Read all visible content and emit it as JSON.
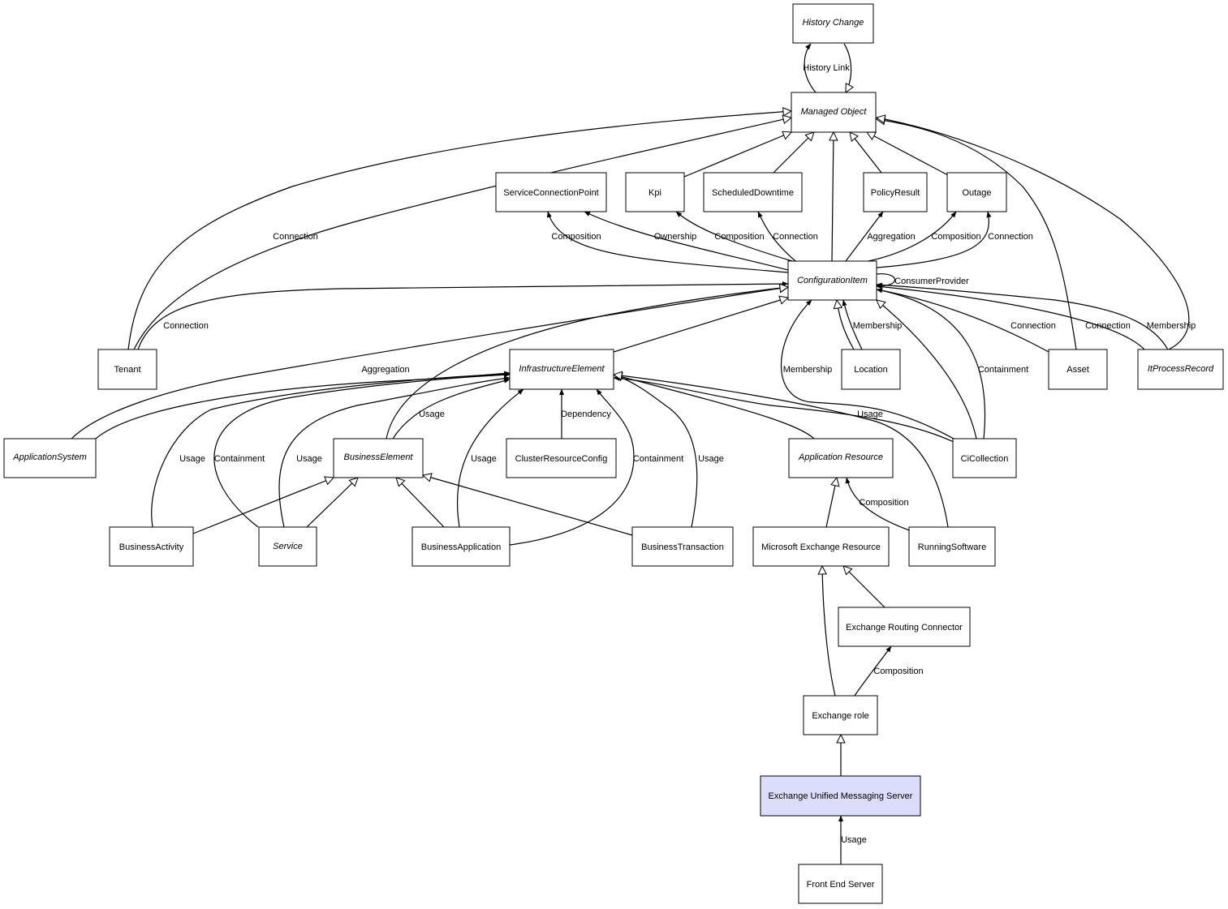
{
  "diagram": {
    "colors": {
      "node_fill": "#ffffff",
      "highlight_fill": "#dcdcfc",
      "stroke": "#000000"
    },
    "nodes": {
      "history_change": {
        "label": "History Change",
        "italic": true
      },
      "managed_object": {
        "label": "Managed Object",
        "italic": true
      },
      "service_connection_point": {
        "label": "ServiceConnectionPoint"
      },
      "kpi": {
        "label": "Kpi"
      },
      "scheduled_downtime": {
        "label": "ScheduledDowntime"
      },
      "policy_result": {
        "label": "PolicyResult"
      },
      "outage": {
        "label": "Outage"
      },
      "configuration_item": {
        "label": "ConfigurationItem",
        "italic": true
      },
      "tenant": {
        "label": "Tenant"
      },
      "infrastructure_element": {
        "label": "InfrastructureElement",
        "italic": true
      },
      "location": {
        "label": "Location"
      },
      "asset": {
        "label": "Asset"
      },
      "it_process_record": {
        "label": "ItProcessRecord",
        "italic": true
      },
      "application_system": {
        "label": "ApplicationSystem",
        "italic": true
      },
      "business_element": {
        "label": "BusinessElement",
        "italic": true
      },
      "cluster_resource_config": {
        "label": "ClusterResourceConfig"
      },
      "application_resource": {
        "label": "Application Resource",
        "italic": true
      },
      "ci_collection": {
        "label": "CiCollection"
      },
      "business_activity": {
        "label": "BusinessActivity"
      },
      "service": {
        "label": "Service",
        "italic": true
      },
      "business_application": {
        "label": "BusinessApplication"
      },
      "business_transaction": {
        "label": "BusinessTransaction"
      },
      "microsoft_exchange_resource": {
        "label": "Microsoft Exchange Resource"
      },
      "running_software": {
        "label": "RunningSoftware"
      },
      "exchange_routing_connector": {
        "label": "Exchange Routing Connector"
      },
      "exchange_role": {
        "label": "Exchange role"
      },
      "exchange_unified_messaging_server": {
        "label": "Exchange Unified Messaging Server",
        "highlight": true
      },
      "front_end_server": {
        "label": "Front End Server"
      }
    },
    "edges": [
      {
        "name": "history-link",
        "label": "History Link",
        "arrow": "filled"
      },
      {
        "name": "history-inherit",
        "label": "",
        "arrow": "hollow"
      },
      {
        "name": "tenant-managed-object-inherit",
        "label": "",
        "arrow": "hollow"
      },
      {
        "name": "tenant-managed-object-connection",
        "label": "Connection",
        "arrow": "hollow"
      },
      {
        "name": "kpi-inherit",
        "label": "",
        "arrow": "hollow"
      },
      {
        "name": "scheduled-downtime-inherit",
        "label": "",
        "arrow": "hollow"
      },
      {
        "name": "ci-inherit",
        "label": "",
        "arrow": "hollow"
      },
      {
        "name": "policy-result-inherit",
        "label": "",
        "arrow": "hollow"
      },
      {
        "name": "outage-inherit",
        "label": "",
        "arrow": "hollow"
      },
      {
        "name": "asset-inherit",
        "label": "",
        "arrow": "hollow"
      },
      {
        "name": "it-process-record-inherit",
        "label": "",
        "arrow": "hollow"
      },
      {
        "name": "ci-scp-composition",
        "label": "Composition",
        "arrow": "filled"
      },
      {
        "name": "ci-scp-ownership",
        "label": "Ownership",
        "arrow": "filled"
      },
      {
        "name": "ci-kpi-composition",
        "label": "Composition",
        "arrow": "filled"
      },
      {
        "name": "ci-downtime-connection",
        "label": "Connection",
        "arrow": "filled"
      },
      {
        "name": "ci-policy-aggregation",
        "label": "Aggregation",
        "arrow": "filled"
      },
      {
        "name": "ci-outage-composition",
        "label": "Composition",
        "arrow": "filled"
      },
      {
        "name": "ci-outage-connection",
        "label": "Connection",
        "arrow": "filled"
      },
      {
        "name": "ci-consumer-provider",
        "label": "ConsumerProvider",
        "arrow": "filled"
      },
      {
        "name": "tenant-ci-connection",
        "label": "Connection",
        "arrow": "filled"
      },
      {
        "name": "app-system-ci-inherit",
        "label": "",
        "arrow": "hollow"
      },
      {
        "name": "business-element-ci-inherit",
        "label": "",
        "arrow": "hollow"
      },
      {
        "name": "infra-ci-inherit",
        "label": "",
        "arrow": "hollow"
      },
      {
        "name": "ci-collection-ci-membership",
        "label": "Membership",
        "arrow": "filled"
      },
      {
        "name": "location-ci-inherit",
        "label": "",
        "arrow": "hollow"
      },
      {
        "name": "location-ci-membership",
        "label": "Membership",
        "arrow": "filled"
      },
      {
        "name": "ci-collection-ci-inherit",
        "label": "",
        "arrow": "hollow"
      },
      {
        "name": "ci-collection-ci-containment",
        "label": "Containment",
        "arrow": "filled"
      },
      {
        "name": "asset-ci-connection",
        "label": "Connection",
        "arrow": "filled"
      },
      {
        "name": "it-process-ci-connection",
        "label": "Connection",
        "arrow": "filled"
      },
      {
        "name": "it-process-ci-membership",
        "label": "Membership",
        "arrow": "filled"
      },
      {
        "name": "app-system-infra-aggregation",
        "label": "Aggregation",
        "arrow": "filled"
      },
      {
        "name": "business-activity-infra-usage",
        "label": "Usage",
        "arrow": "filled"
      },
      {
        "name": "service-infra-containment",
        "label": "Containment",
        "arrow": "filled"
      },
      {
        "name": "service-infra-usage",
        "label": "Usage",
        "arrow": "filled"
      },
      {
        "name": "business-element-infra-usage",
        "label": "Usage",
        "arrow": "filled"
      },
      {
        "name": "business-app-infra-usage",
        "label": "Usage",
        "arrow": "filled"
      },
      {
        "name": "cluster-infra-dependency",
        "label": "Dependency",
        "arrow": "filled"
      },
      {
        "name": "business-app-infra-containment",
        "label": "Containment",
        "arrow": "filled"
      },
      {
        "name": "business-transaction-infra-usage",
        "label": "Usage",
        "arrow": "filled"
      },
      {
        "name": "app-resource-infra-inherit",
        "label": "",
        "arrow": "hollow"
      },
      {
        "name": "ci-collection-infra-usage",
        "label": "Usage",
        "arrow": "filled"
      },
      {
        "name": "running-software-infra-inherit",
        "label": "",
        "arrow": "hollow"
      },
      {
        "name": "business-activity-be-inherit",
        "label": "",
        "arrow": "hollow"
      },
      {
        "name": "service-be-inherit",
        "label": "",
        "arrow": "hollow"
      },
      {
        "name": "business-app-be-inherit",
        "label": "",
        "arrow": "hollow"
      },
      {
        "name": "business-transaction-be-inherit",
        "label": "",
        "arrow": "hollow"
      },
      {
        "name": "msx-resource-app-resource-inherit",
        "label": "",
        "arrow": "hollow"
      },
      {
        "name": "running-software-app-resource-composition",
        "label": "Composition",
        "arrow": "filled"
      },
      {
        "name": "routing-connector-msx-inherit",
        "label": "",
        "arrow": "hollow"
      },
      {
        "name": "exchange-role-msx-inherit",
        "label": "",
        "arrow": "hollow"
      },
      {
        "name": "exchange-role-routing-composition",
        "label": "Composition",
        "arrow": "filled"
      },
      {
        "name": "um-server-role-inherit",
        "label": "",
        "arrow": "hollow"
      },
      {
        "name": "front-end-um-usage",
        "label": "Usage",
        "arrow": "filled"
      }
    ]
  }
}
